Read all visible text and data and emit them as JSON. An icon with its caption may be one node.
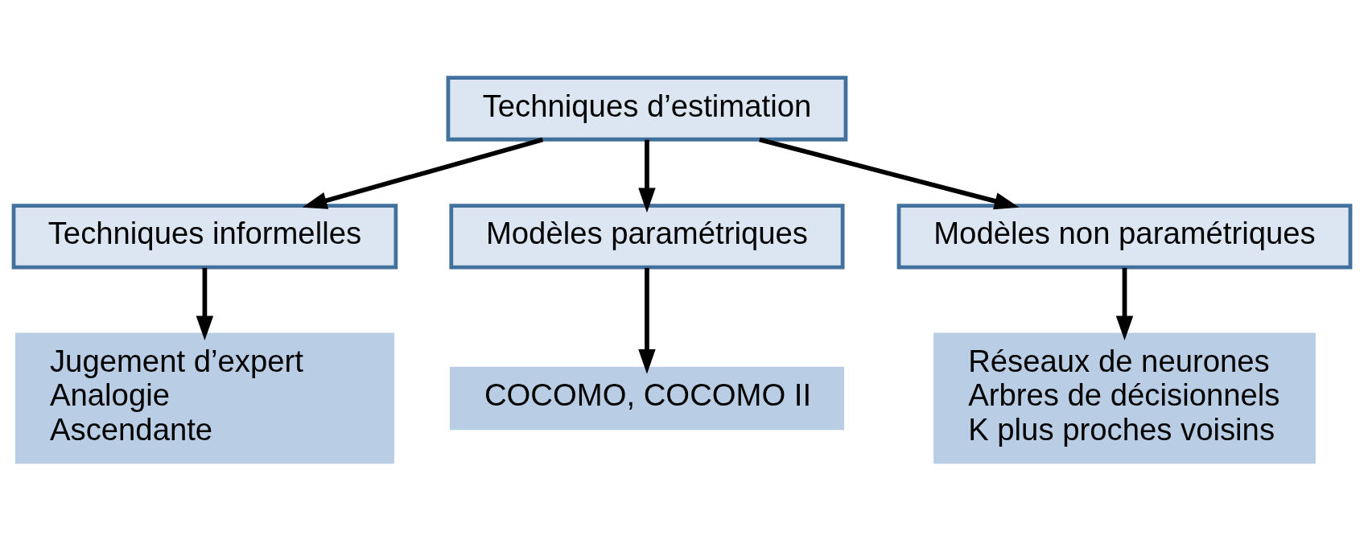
{
  "diagram": {
    "nodes": [
      {
        "text": [
          "Techniques d’estimation"
        ]
      },
      {
        "text": [
          "Techniques informelles"
        ]
      },
      {
        "text": [
          "Modèles paramétriques"
        ]
      },
      {
        "text": [
          "Modèles non paramétriques"
        ]
      },
      {
        "text": [
          "Jugement d’expert",
          "Analogie",
          "Ascendante"
        ]
      },
      {
        "text": [
          "COCOMO, COCOMO II"
        ]
      },
      {
        "text": [
          "Réseaux de neurones",
          "Arbres de décisionnels",
          "K plus proches voisins"
        ]
      }
    ],
    "edges": [
      {
        "from": 0,
        "to": 1,
        "arrow": "to"
      },
      {
        "from": 0,
        "to": 2,
        "arrow": "to"
      },
      {
        "from": 0,
        "to": 3,
        "arrow": "to"
      },
      {
        "from": 1,
        "to": 4,
        "arrow": "to"
      },
      {
        "from": 2,
        "to": 5,
        "arrow": "to"
      },
      {
        "from": 3,
        "to": 6,
        "arrow": "to"
      }
    ]
  }
}
